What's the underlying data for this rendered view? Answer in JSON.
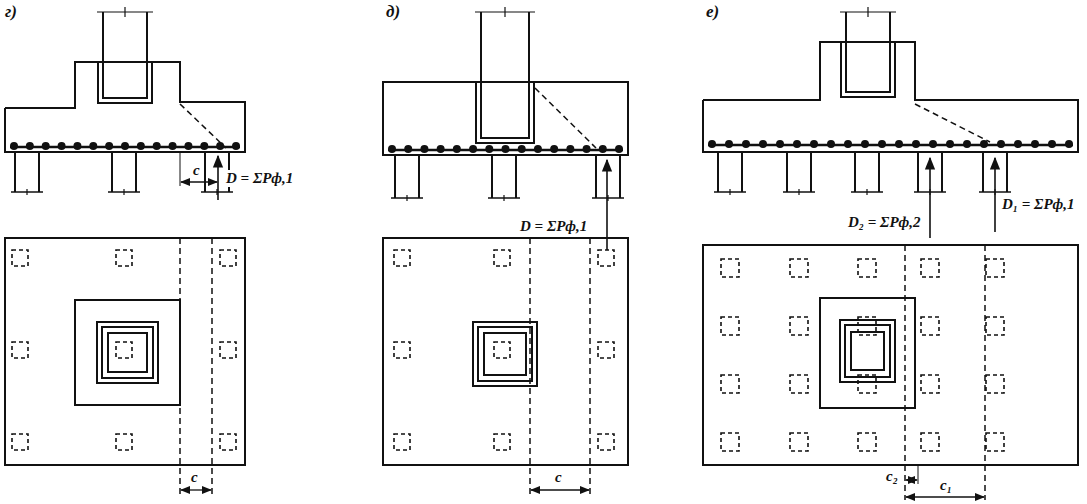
{
  "diagram": {
    "labels": [
      "г)",
      "D = ΣPф,1",
      "c",
      "c",
      "д)",
      "D = ΣPф,1",
      "c",
      "е)",
      "D₂ = ΣPф,2",
      "D₁ = ΣPф,1",
      "c₂",
      "c₁"
    ]
  }
}
